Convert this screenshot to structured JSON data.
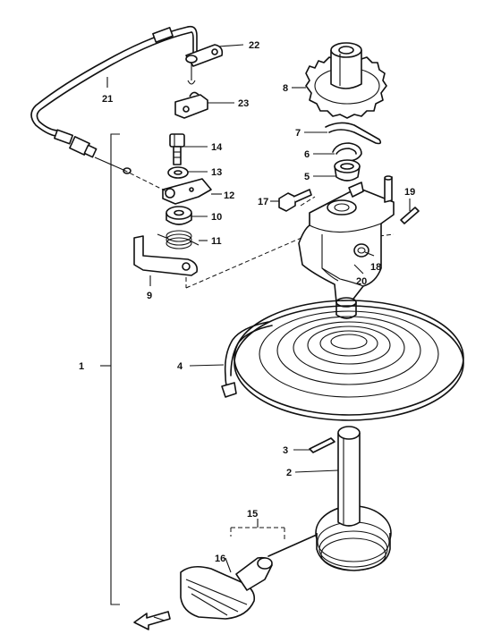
{
  "labels": {
    "p1": "1",
    "p2": "2",
    "p3": "3",
    "p4": "4",
    "p5": "5",
    "p6": "6",
    "p7": "7",
    "p8": "8",
    "p9": "9",
    "p10": "10",
    "p11": "11",
    "p12": "12",
    "p13": "13",
    "p14": "14",
    "p15": "15",
    "p16": "16",
    "p17": "17",
    "p18": "18",
    "p19": "19",
    "p20": "20",
    "p21": "21",
    "p22": "22",
    "p23": "23"
  },
  "icons": {
    "front_arrow": "front-arrow-icon"
  }
}
